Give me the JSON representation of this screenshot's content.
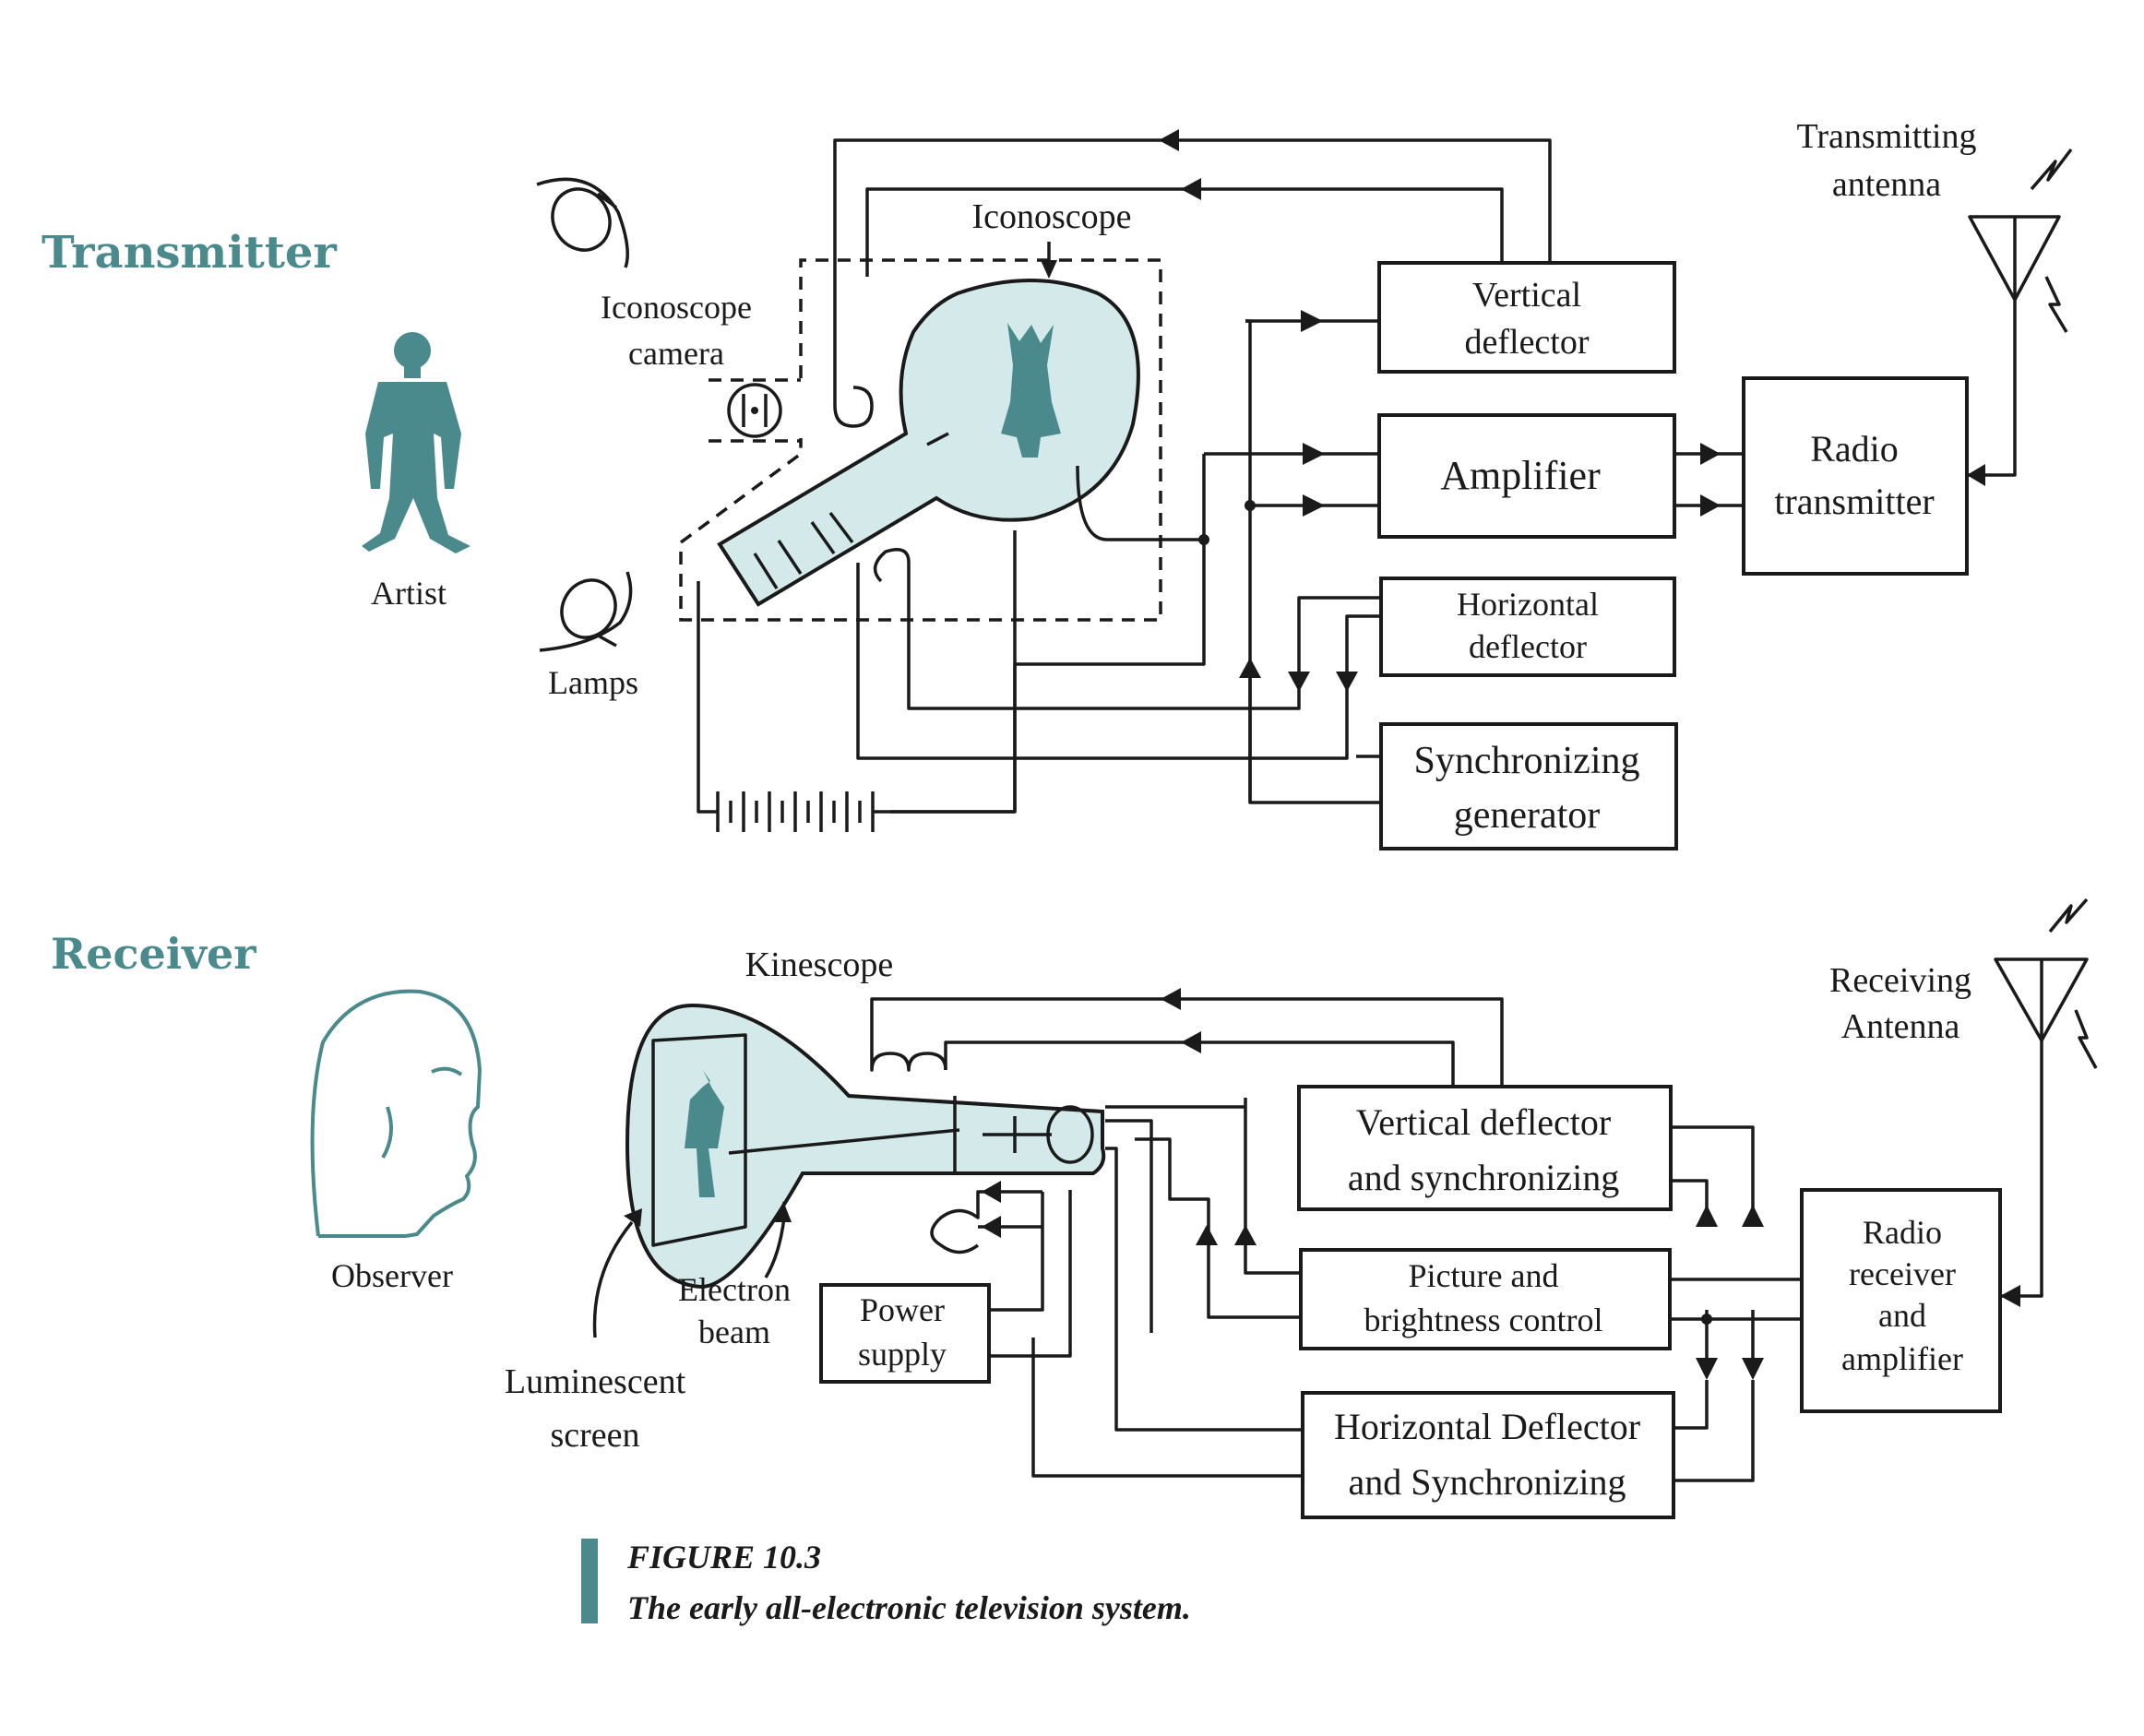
{
  "colors": {
    "accent": "#4a8a8c",
    "tube_fill": "#d4eaea",
    "line": "#1a1a1a"
  },
  "transmitter": {
    "section_title": "Transmitter",
    "artist": "Artist",
    "lamps": "Lamps",
    "camera": [
      "Iconoscope",
      "camera"
    ],
    "iconoscope": "Iconoscope",
    "vertical_deflector": [
      "Vertical",
      "deflector"
    ],
    "amplifier": "Amplifier",
    "horizontal_deflector": [
      "Horizontal",
      "deflector"
    ],
    "sync_generator": [
      "Synchronizing",
      "generator"
    ],
    "radio_transmitter": [
      "Radio",
      "transmitter"
    ],
    "antenna": [
      "Transmitting",
      "antenna"
    ]
  },
  "receiver": {
    "section_title": "Receiver",
    "observer": "Observer",
    "kinescope": "Kinescope",
    "electron_beam": [
      "Electron",
      "beam"
    ],
    "luminescent_screen": [
      "Luminescent",
      "screen"
    ],
    "power_supply": [
      "Power",
      "supply"
    ],
    "vertical_deflector": [
      "Vertical deflector",
      "and synchronizing"
    ],
    "picture_control": [
      "Picture and",
      "brightness control"
    ],
    "horizontal_deflector": [
      "Horizontal Deflector",
      "and Synchronizing"
    ],
    "radio_receiver": [
      "Radio",
      "receiver",
      "and",
      "amplifier"
    ],
    "antenna": [
      "Receiving",
      "Antenna"
    ]
  },
  "caption": {
    "figure_number": "FIGURE 10.3",
    "text": "The early all-electronic television system."
  }
}
